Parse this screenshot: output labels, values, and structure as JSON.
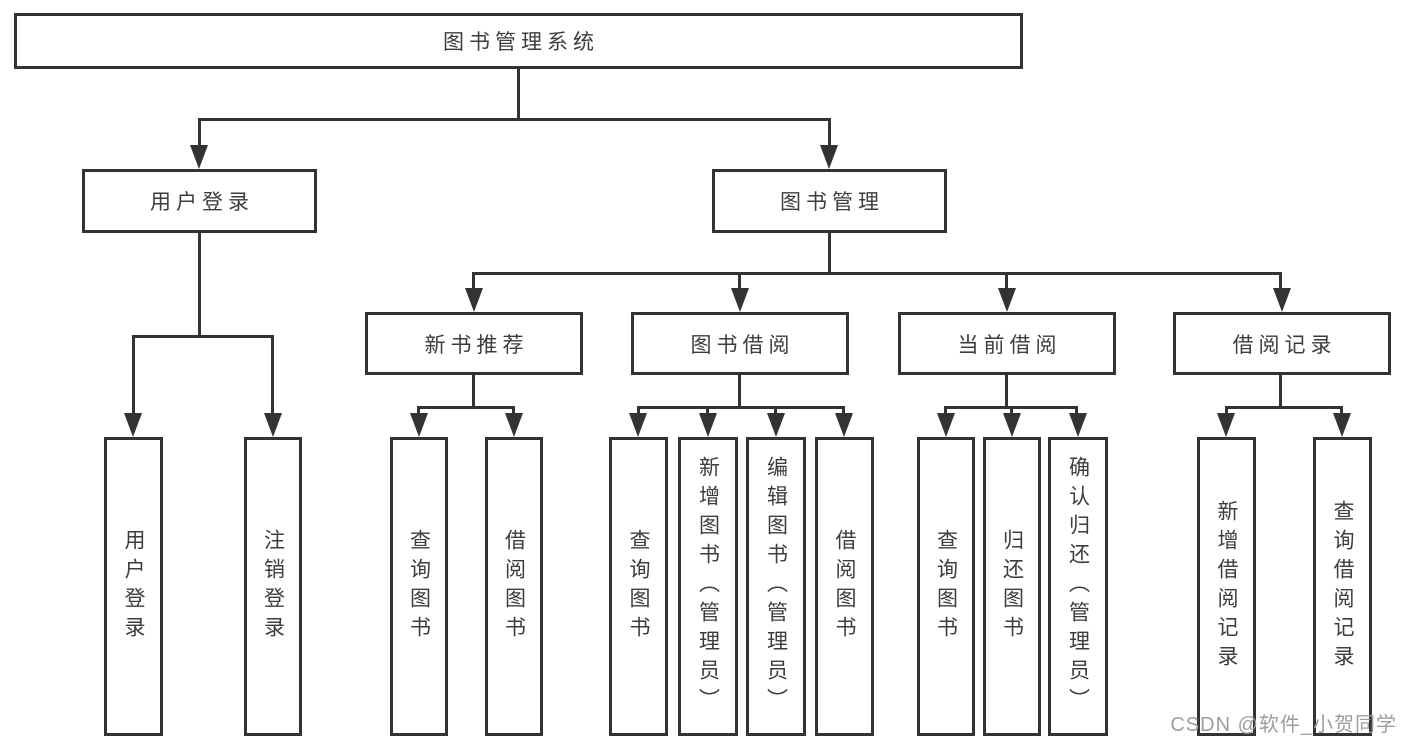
{
  "title": "图书管理系统",
  "colors": {
    "line": "#333333",
    "text": "#3d3d3d",
    "watermark": "#9e9e9e",
    "bg": "#ffffff"
  },
  "nodes": {
    "root": {
      "label": "图书管理系统"
    },
    "user_login": {
      "label": "用户登录"
    },
    "book_mgmt": {
      "label": "图书管理"
    },
    "new_book_rec": {
      "label": "新书推荐"
    },
    "book_borrowing": {
      "label": "图书借阅"
    },
    "current_borrowing": {
      "label": "当前借阅"
    },
    "borrowing_records": {
      "label": "借阅记录"
    },
    "leaf_user_login": {
      "label": "用户登录"
    },
    "leaf_logout": {
      "label": "注销登录"
    },
    "leaf_nb_query_books": {
      "label": "查询图书"
    },
    "leaf_nb_borrow_books": {
      "label": "借阅图书"
    },
    "leaf_bb_query_books": {
      "label": "查询图书"
    },
    "leaf_bb_add_books": {
      "label": "新增图书（管理员）"
    },
    "leaf_bb_edit_books": {
      "label": "编辑图书（管理员）"
    },
    "leaf_bb_borrow_books": {
      "label": "借阅图书"
    },
    "leaf_cb_query_books": {
      "label": "查询图书"
    },
    "leaf_cb_return_books": {
      "label": "归还图书"
    },
    "leaf_cb_confirm_return": {
      "label": "确认归还（管理员）"
    },
    "leaf_br_add_record": {
      "label": "新增借阅记录"
    },
    "leaf_br_query_record": {
      "label": "查询借阅记录"
    }
  },
  "watermark": {
    "text": "CSDN @软件_小贺同学"
  }
}
